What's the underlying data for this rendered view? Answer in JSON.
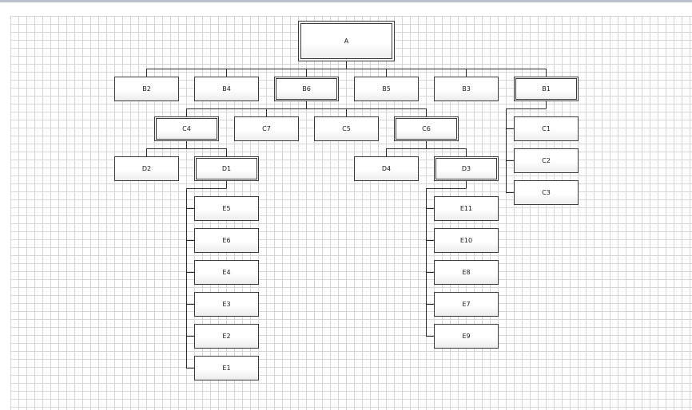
{
  "nodes": {
    "A": "A",
    "B2": "B2",
    "B4": "B4",
    "B6": "B6",
    "B5": "B5",
    "B3": "B3",
    "B1": "B1",
    "C4": "C4",
    "C7": "C7",
    "C5": "C5",
    "C6": "C6",
    "C1": "C1",
    "C2": "C2",
    "C3": "C3",
    "D2": "D2",
    "D1": "D1",
    "D4": "D4",
    "D3": "D3",
    "E5": "E5",
    "E6": "E6",
    "E4": "E4",
    "E3": "E3",
    "E2": "E2",
    "E1": "E1",
    "E11": "E11",
    "E10": "E10",
    "E8": "E8",
    "E7": "E7",
    "E9": "E9"
  }
}
